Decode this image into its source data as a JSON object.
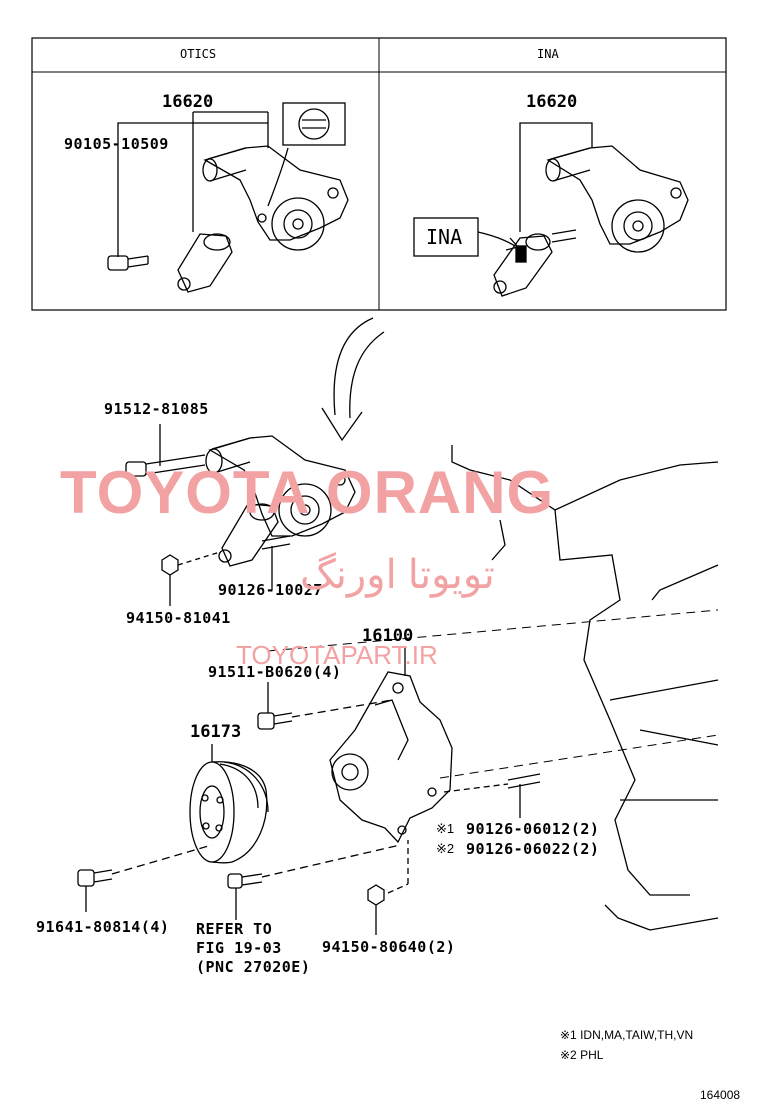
{
  "table": {
    "left_header": "OTICS",
    "right_header": "INA"
  },
  "otics": {
    "assembly_pn": "16620",
    "bolt_pn": "90105-10509"
  },
  "ina": {
    "assembly_pn": "16620",
    "stamp_label": "INA"
  },
  "tensioner": {
    "bolt_pn": "91512-81085",
    "stud_pn": "90126-10027",
    "nut_pn": "94150-81041"
  },
  "pump": {
    "assembly_pn": "16100",
    "bolt_pn": "91511-B0620(4)",
    "stud1_pn": "90126-06012(2)",
    "stud2_pn": "90126-06022(2)",
    "stud1_mark": "※1",
    "stud2_mark": "※2",
    "nut_pn": "94150-80640(2)"
  },
  "pulley": {
    "assembly_pn": "16173",
    "bolt_pn": "91641-80814(4)",
    "refer_line1": "REFER TO",
    "refer_line2": "FIG 19-03",
    "refer_line3": "(PNC 27020E)"
  },
  "watermark": {
    "brand": "TOYOTA ORANG",
    "persian": "تویوتا اورنگ",
    "site": "TOYOTAPART.IR"
  },
  "notes": {
    "note1": "※1 IDN,MA,TAIW,TH,VN",
    "note2": "※2 PHL"
  },
  "figure_number": "164008"
}
